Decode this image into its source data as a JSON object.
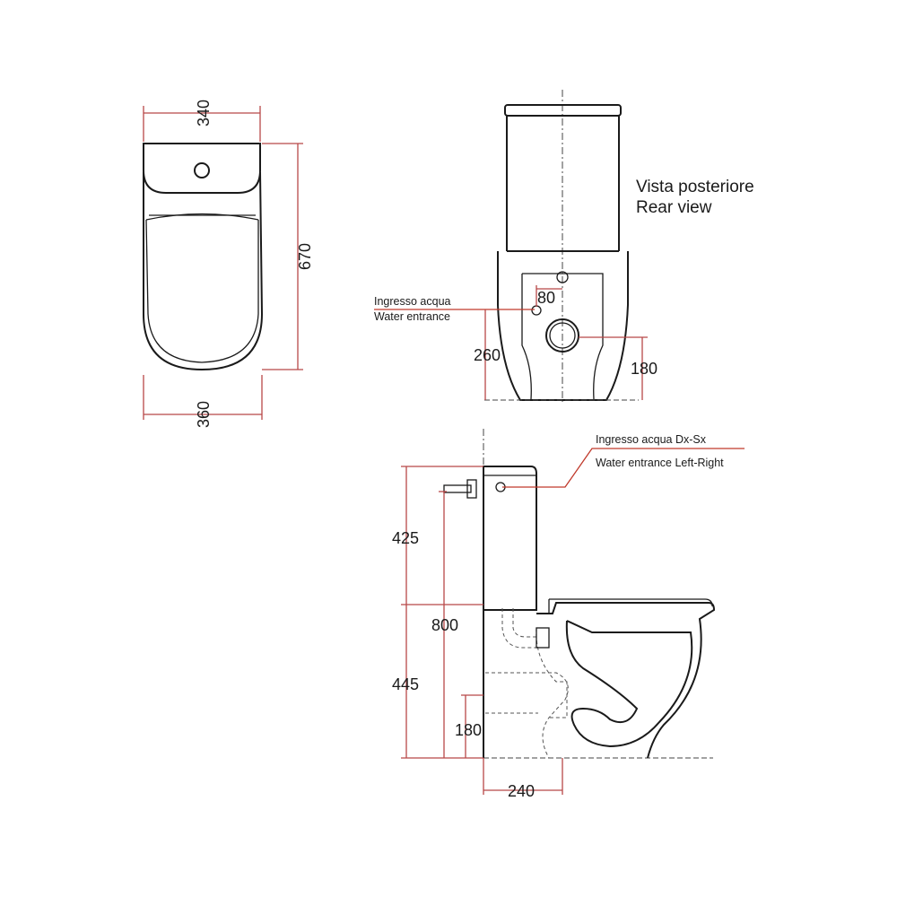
{
  "top_view": {
    "dim_top_width": "340",
    "dim_length": "670",
    "dim_bottom_width": "360"
  },
  "rear_view": {
    "title_it": "Vista posteriore",
    "title_en": "Rear  view",
    "inlet_label_it": "Ingresso acqua",
    "inlet_label_en": "Water entrance",
    "dim_offset": "80",
    "dim_inlet_height": "260",
    "dim_outlet_height": "180"
  },
  "side_view": {
    "inlet_label_it": "Ingresso acqua  Dx-Sx",
    "inlet_label_en": "Water entrance  Left-Right",
    "dim_tank_height": "425",
    "dim_total_height": "800",
    "dim_bowl_height": "445",
    "dim_outlet_height": "180",
    "dim_outlet_distance": "240"
  }
}
